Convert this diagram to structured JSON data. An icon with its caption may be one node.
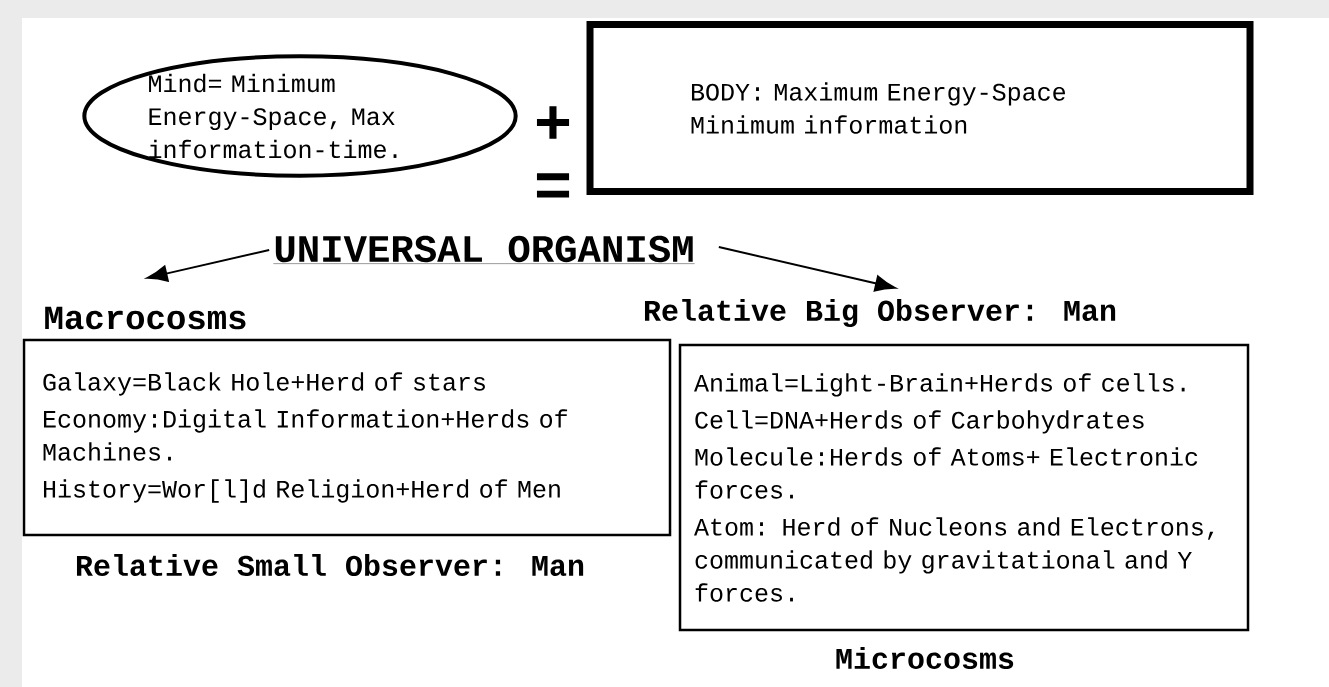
{
  "diagram": {
    "nodes": [
      {
        "text": [
          "Mind= Minimum Energy-Space, Max information-time."
        ]
      },
      {
        "text": [
          "BODY: Maximum Energy-Space Minimum information"
        ]
      },
      {
        "text": [
          "UNIVERSAL ORGANISM"
        ]
      },
      {
        "text": [
          "Macrocosms",
          "Galaxy=Black Hole+Herd of stars",
          "Economy:Digital Information+Herds of Machines.",
          "History=Wor[l]d Religion+Herd of Men"
        ],
        "beside": [
          "Relative Small Observer: Man"
        ]
      },
      {
        "text": [
          "Animal=Light-Brain+Herds of cells.",
          "Cell=DNA+Herds of Carbohydrates",
          "Molecule:Herds of Atoms+ Electronic forces.",
          "Atom: Herd of Nucleons and Electrons, communicated by gravitational and Y forces."
        ],
        "beside": [
          "Relative Big Observer: Man",
          "Microcosms"
        ]
      }
    ],
    "edges": [
      {
        "from": 2,
        "to": 3,
        "arrow": "to"
      },
      {
        "from": 2,
        "to": 4,
        "arrow": "to"
      }
    ],
    "labels": [
      "+",
      "="
    ]
  }
}
